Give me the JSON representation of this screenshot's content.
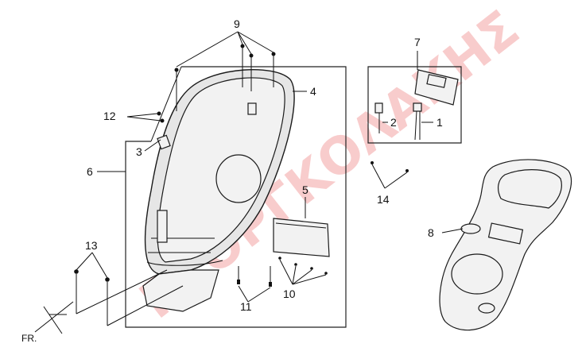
{
  "labels": {
    "l1": "1",
    "l2": "2",
    "l3": "3",
    "l4": "4",
    "l5": "5",
    "l6": "6",
    "l7": "7",
    "l8": "8",
    "l9": "9",
    "l10": "10",
    "l11": "11",
    "l12": "12",
    "l13": "13",
    "l14": "14",
    "front": "FR."
  },
  "watermark": "ΓΚΟΡΓΚΟΛΑΚΗΣ",
  "colors": {
    "watermark": "#e84c4c",
    "ink": "#111111"
  }
}
